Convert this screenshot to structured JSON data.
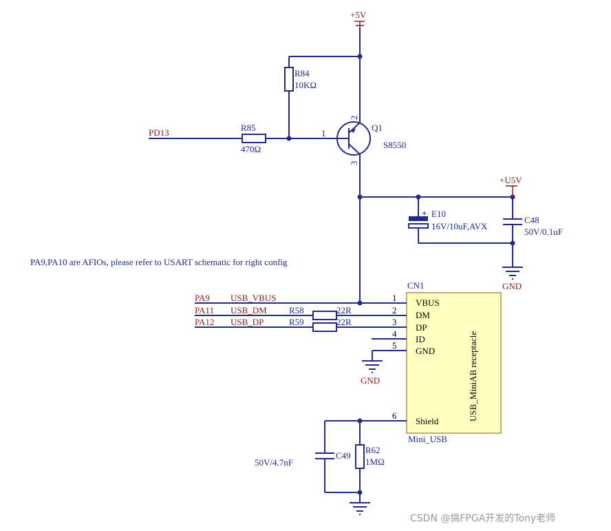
{
  "power": {
    "p5v": "+5V",
    "pu5v": "+U5V",
    "gnd": "GND"
  },
  "nets": {
    "pd13": "PD13",
    "pa9": "PA9",
    "pa11": "PA11",
    "pa12": "PA12",
    "usb_vbus": "USB_VBUS",
    "usb_dm": "USB_DM",
    "usb_dp": "USB_DP"
  },
  "components": {
    "r84": {
      "ref": "R84",
      "value": "10KΩ"
    },
    "r85": {
      "ref": "R85",
      "value": "470Ω"
    },
    "q1": {
      "ref": "Q1",
      "value": "S8550",
      "pin1": "1",
      "pin2": "2",
      "pin3": "3"
    },
    "e10": {
      "ref": "E10",
      "value": "16V/10uF,AVX",
      "plus": "+"
    },
    "c48": {
      "ref": "C48",
      "value": "50V/0.1uF"
    },
    "r58": {
      "ref": "R58",
      "value": "22R"
    },
    "r59": {
      "ref": "R59",
      "value": "22R"
    },
    "c49": {
      "ref": "C49",
      "value": "50V/4.7nF"
    },
    "r62": {
      "ref": "R62",
      "value": "1MΩ"
    },
    "cn1": {
      "ref": "CN1",
      "value": "Mini_USB",
      "body_label": "USB_MiniAB receptacle",
      "pins": [
        {
          "num": "1",
          "name": "VBUS"
        },
        {
          "num": "2",
          "name": "DM"
        },
        {
          "num": "3",
          "name": "DP"
        },
        {
          "num": "4",
          "name": "ID"
        },
        {
          "num": "5",
          "name": "GND"
        },
        {
          "num": "6",
          "name": "Shield"
        }
      ]
    }
  },
  "note": "PA9,PA10 are AFIOs, please refer to USART schematic for right config",
  "watermark": "CSDN @搞FPGA开发的Tony老师",
  "colors": {
    "wire": "#1f2a8a",
    "net_label": "#8b1a1a",
    "connector_fill": "#ffffc0"
  }
}
